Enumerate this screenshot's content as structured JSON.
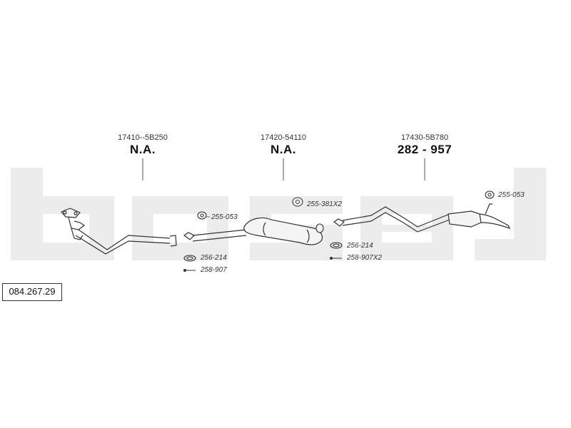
{
  "watermark": "bosal",
  "reference_number": "084.267.29",
  "sections": [
    {
      "part_number": "17410--5B250",
      "value": "N.A."
    },
    {
      "part_number": "17420-54110",
      "value": "N.A."
    },
    {
      "part_number": "17430-5B780",
      "value": "282 - 957"
    }
  ],
  "accessory_labels": {
    "gasket_front": "255-053",
    "ring_front": "256-214",
    "bolt_front": "258-907",
    "hanger_mid": "255-381X2",
    "ring_mid": "256-214",
    "bolt_mid": "258-907X2",
    "hanger_rear": "255-053"
  },
  "colors": {
    "watermark": "#ececec",
    "line": "#333333",
    "part_fill": "#f4f4f4"
  }
}
